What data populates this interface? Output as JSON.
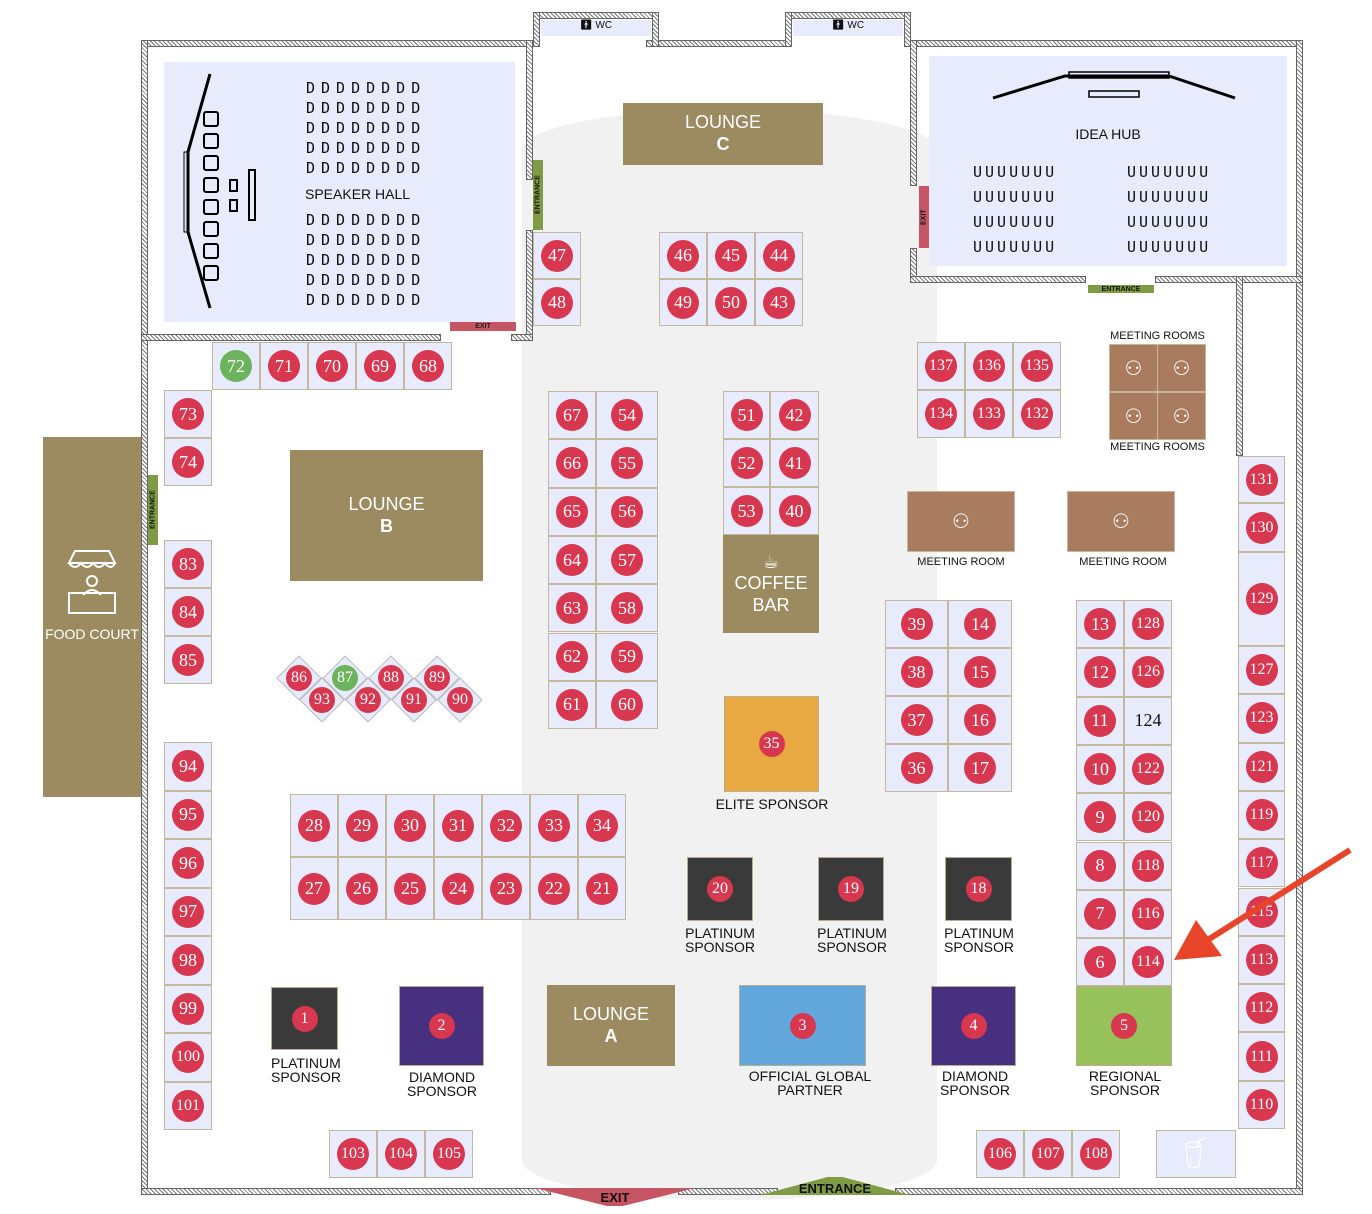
{
  "labels": {
    "wc": "WC",
    "speaker_hall": "SPEAKER HALL",
    "idea_hub": "IDEA HUB",
    "meeting_rooms": "MEETING ROOMS",
    "meeting_room": "MEETING ROOM",
    "food_court": "FOOD COURT",
    "coffee_bar": "COFFEE BAR",
    "entrance": "ENTRANCE",
    "exit": "EXIT",
    "lounge": "LOUNGE",
    "lounge_a": "A",
    "lounge_b": "B",
    "lounge_c": "C"
  },
  "sponsors": [
    {
      "num": "1",
      "label": "PLATINUM SPONSOR",
      "color": "#3a3a3a"
    },
    {
      "num": "2",
      "label": "DIAMOND SPONSOR",
      "color": "#47307f"
    },
    {
      "num": "3",
      "label": "OFFICIAL GLOBAL PARTNER",
      "color": "#63a8dc"
    },
    {
      "num": "4",
      "label": "DIAMOND SPONSOR",
      "color": "#47307f"
    },
    {
      "num": "5",
      "label": "REGIONAL SPONSOR",
      "color": "#97c15a"
    },
    {
      "num": "20",
      "label": "PLATINUM SPONSOR",
      "color": "#3a3a3a"
    },
    {
      "num": "19",
      "label": "PLATINUM SPONSOR",
      "color": "#3a3a3a"
    },
    {
      "num": "18",
      "label": "PLATINUM SPONSOR",
      "color": "#3a3a3a"
    },
    {
      "num": "35",
      "label": "ELITE SPONSOR",
      "color": "#e8a842"
    }
  ],
  "booths": [
    "72",
    "71",
    "70",
    "69",
    "68",
    "73",
    "74",
    "83",
    "84",
    "85",
    "94",
    "95",
    "96",
    "97",
    "98",
    "99",
    "100",
    "101",
    "103",
    "104",
    "105",
    "106",
    "107",
    "108",
    "47",
    "48",
    "46",
    "45",
    "44",
    "49",
    "50",
    "43",
    "67",
    "66",
    "65",
    "64",
    "63",
    "62",
    "61",
    "54",
    "55",
    "56",
    "57",
    "58",
    "59",
    "60",
    "51",
    "42",
    "52",
    "41",
    "53",
    "40",
    "137",
    "136",
    "135",
    "134",
    "133",
    "132",
    "39",
    "14",
    "38",
    "15",
    "37",
    "16",
    "36",
    "17",
    "13",
    "128",
    "12",
    "126",
    "11",
    "124",
    "10",
    "122",
    "9",
    "120",
    "8",
    "118",
    "7",
    "116",
    "6",
    "114",
    "131",
    "130",
    "129",
    "127",
    "123",
    "121",
    "119",
    "117",
    "115",
    "113",
    "112",
    "111",
    "110",
    "28",
    "29",
    "30",
    "31",
    "32",
    "33",
    "34",
    "27",
    "26",
    "25",
    "24",
    "23",
    "22",
    "21"
  ],
  "diamond_booths": [
    "86",
    "87",
    "88",
    "89",
    "93",
    "92",
    "91",
    "90"
  ],
  "available_booths": [
    "72",
    "87"
  ],
  "unmarked_booths": [
    "124"
  ],
  "colors": {
    "booth": "#d7374f",
    "available": "#6db35d",
    "annotation_arrow": "#e8442a"
  }
}
